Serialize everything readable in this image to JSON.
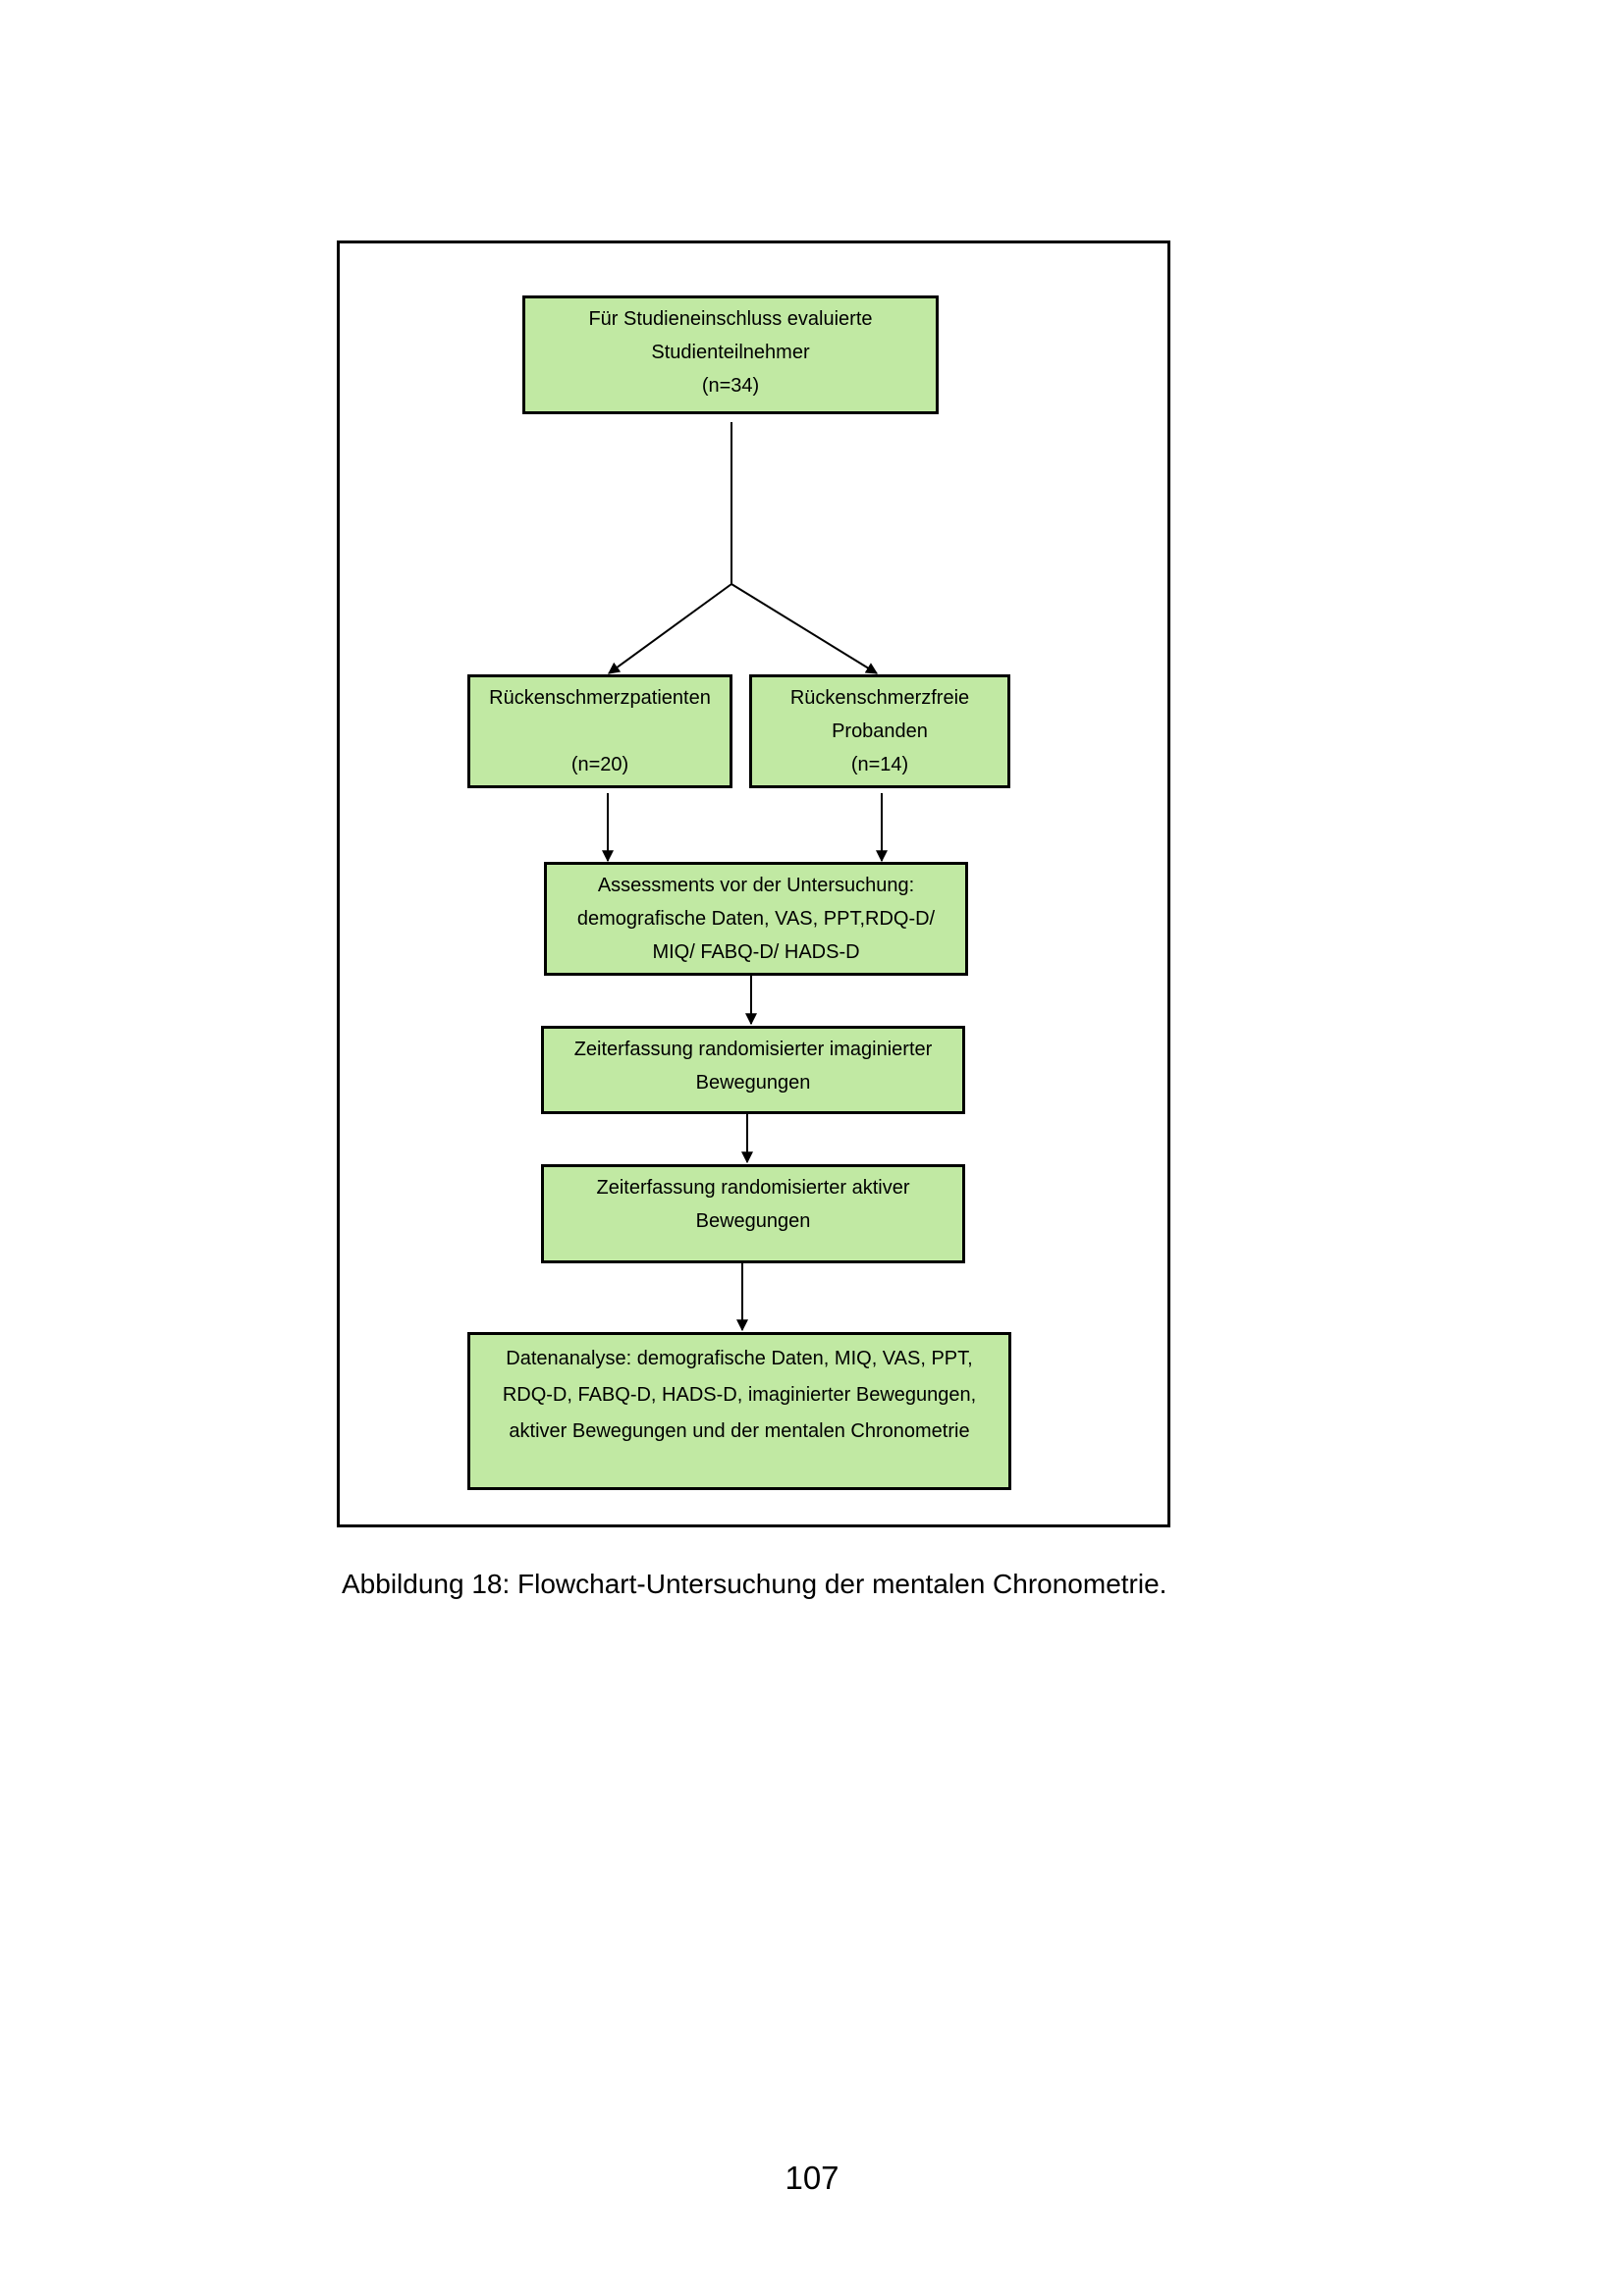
{
  "flowchart": {
    "screening": {
      "lines": [
        "Für Studieneinschluss evaluierte",
        "Studienteilnehmer",
        "(n=34)"
      ]
    },
    "patients": {
      "lines": [
        "Rückenschmerzpatienten",
        "",
        "(n=20)"
      ]
    },
    "controls": {
      "lines": [
        "Rückenschmerzfreie",
        "Probanden",
        "(n=14)"
      ]
    },
    "assessments": {
      "lines": [
        "Assessments vor der Untersuchung:",
        "demografische Daten, VAS, PPT,RDQ-D/",
        "MIQ/ FABQ-D/ HADS-D"
      ]
    },
    "imagined": {
      "lines": [
        "Zeiterfassung randomisierter imaginierter",
        "Bewegungen"
      ]
    },
    "active": {
      "lines": [
        "Zeiterfassung randomisierter aktiver",
        "Bewegungen"
      ]
    },
    "analysis": {
      "lines": [
        "Datenanalyse: demografische Daten, MIQ, VAS, PPT,",
        "RDQ-D, FABQ-D, HADS-D, imaginierter Bewegungen,",
        "aktiver Bewegungen und der mentalen Chronometrie"
      ]
    }
  },
  "caption": "Abbildung 18: Flowchart-Untersuchung der mentalen Chronometrie.",
  "page_number": "107",
  "colors": {
    "box_fill": "#c1e9a3",
    "border": "#000000"
  }
}
